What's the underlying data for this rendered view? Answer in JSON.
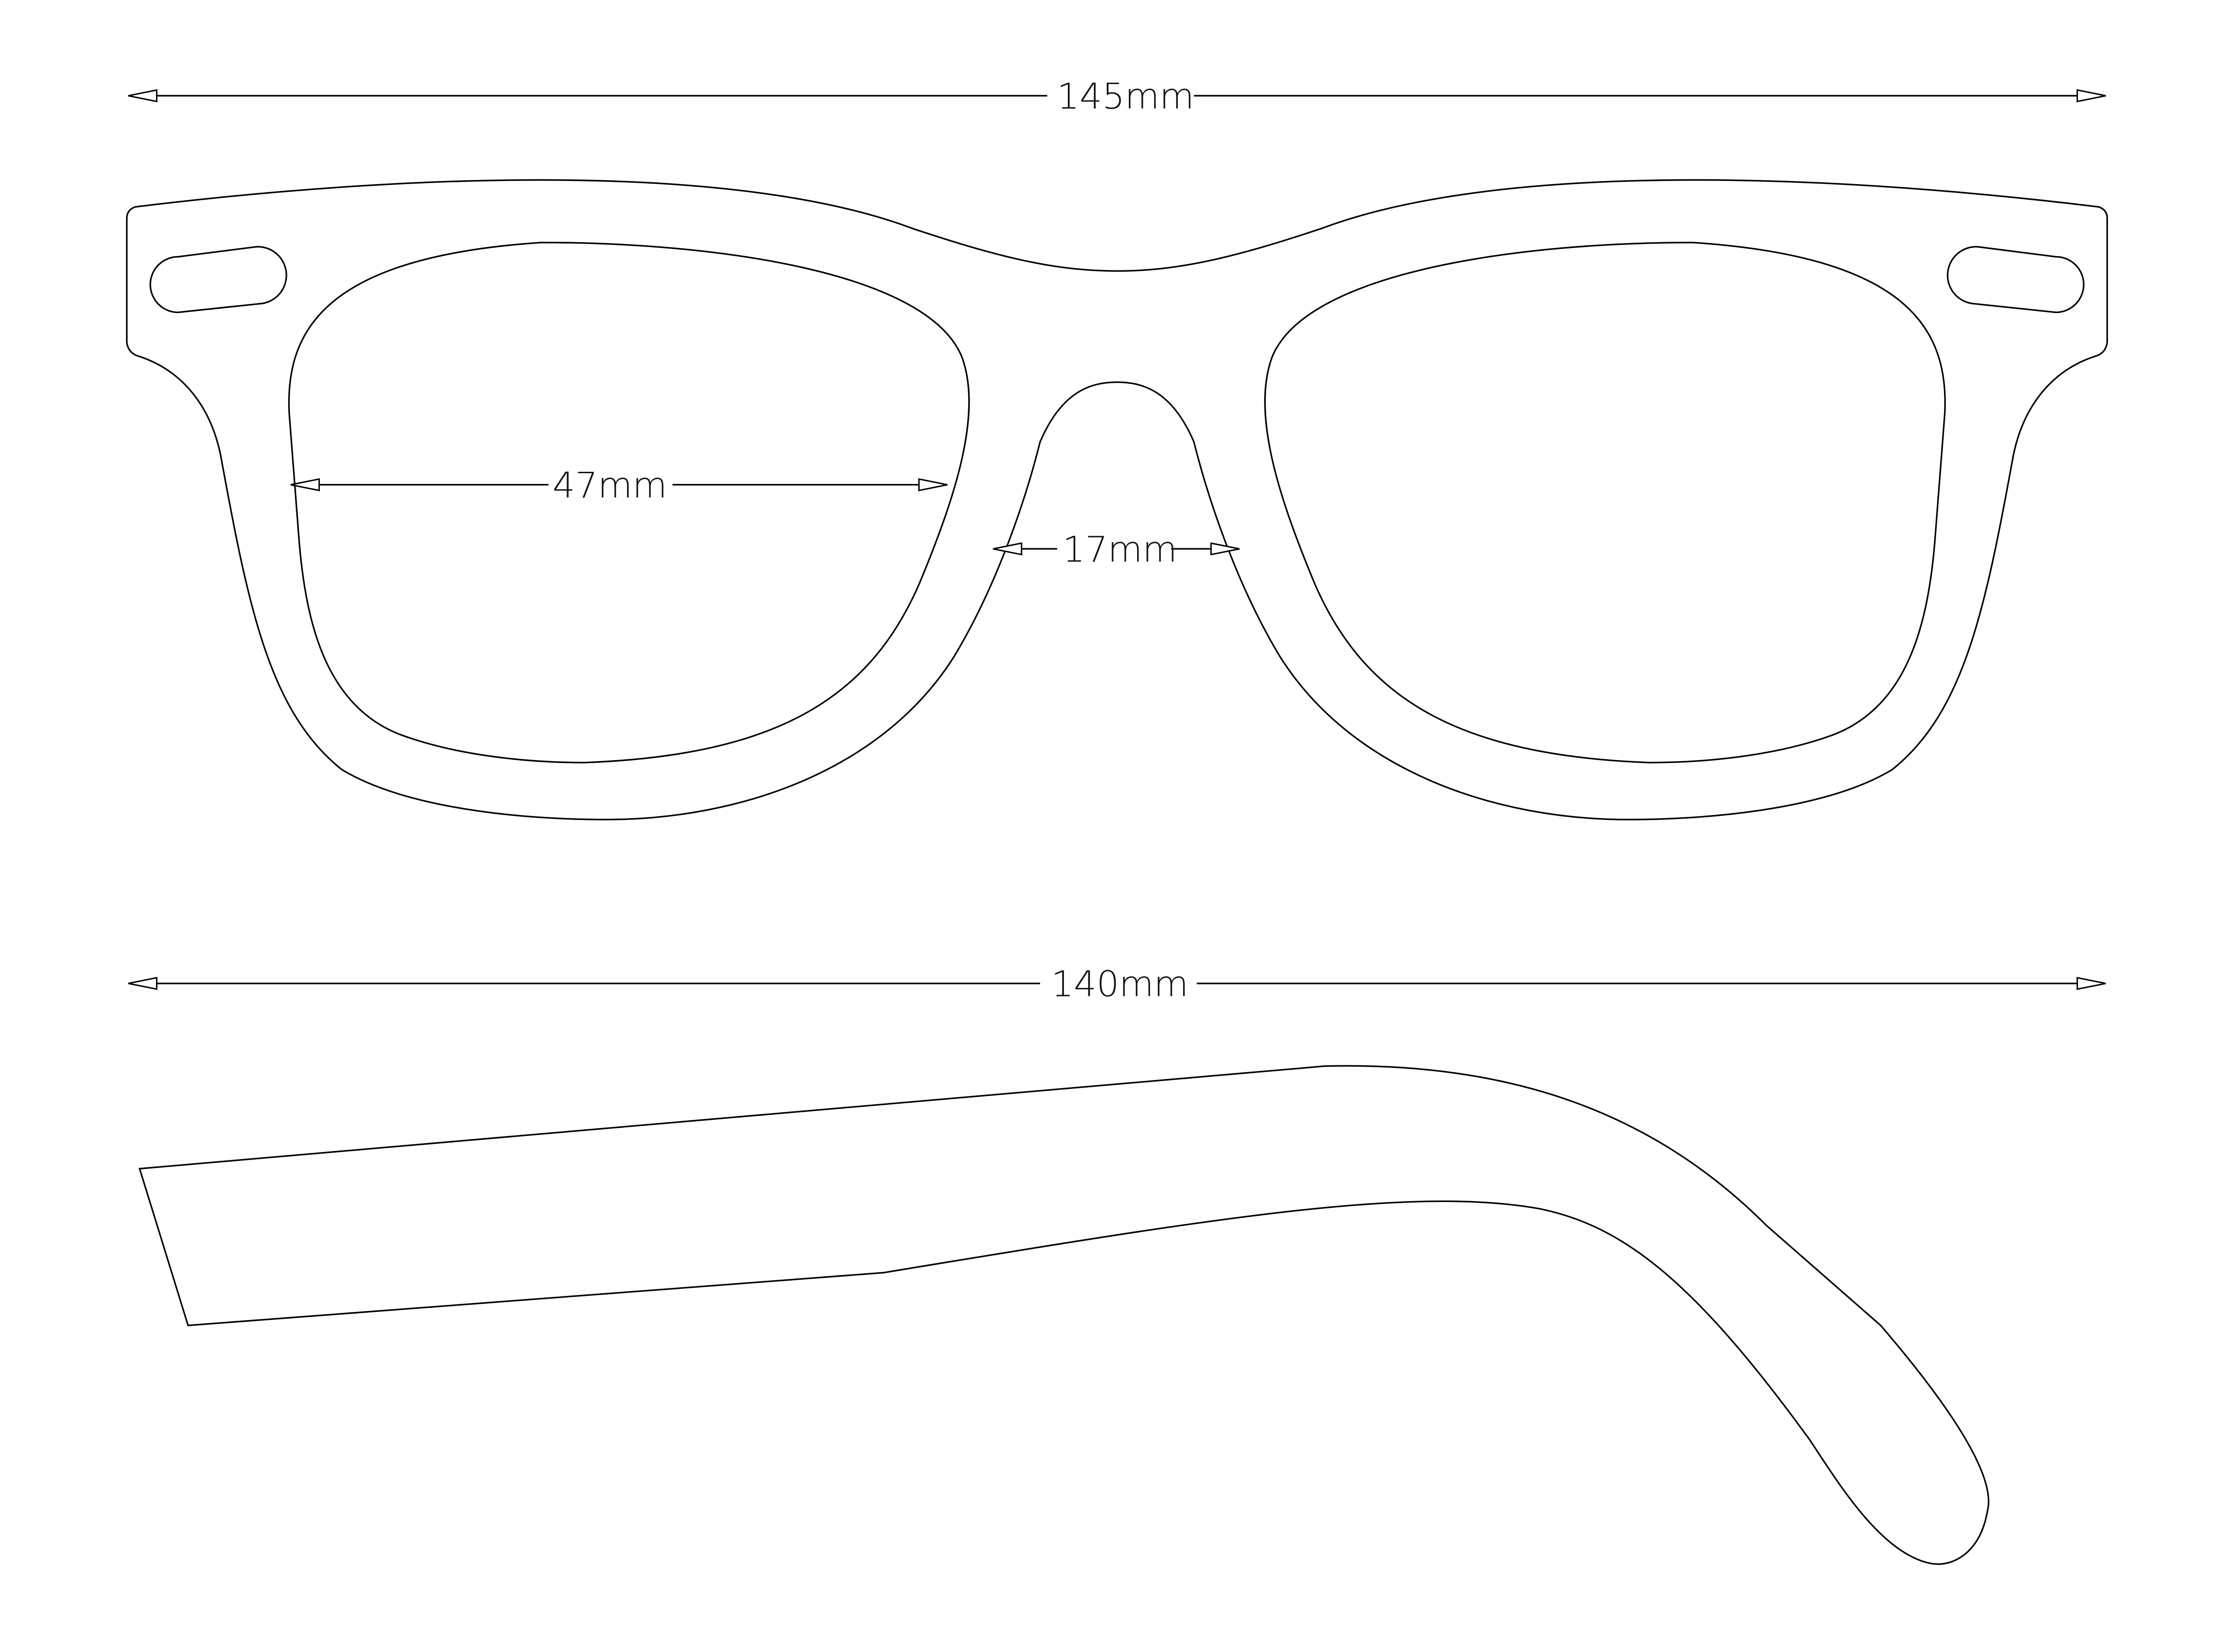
{
  "dimensions": {
    "total_width": "145mm",
    "lens_width": "47mm",
    "bridge_width": "17mm",
    "temple_length": "140mm"
  },
  "colors": {
    "line": "#000000",
    "background": "#ffffff"
  }
}
